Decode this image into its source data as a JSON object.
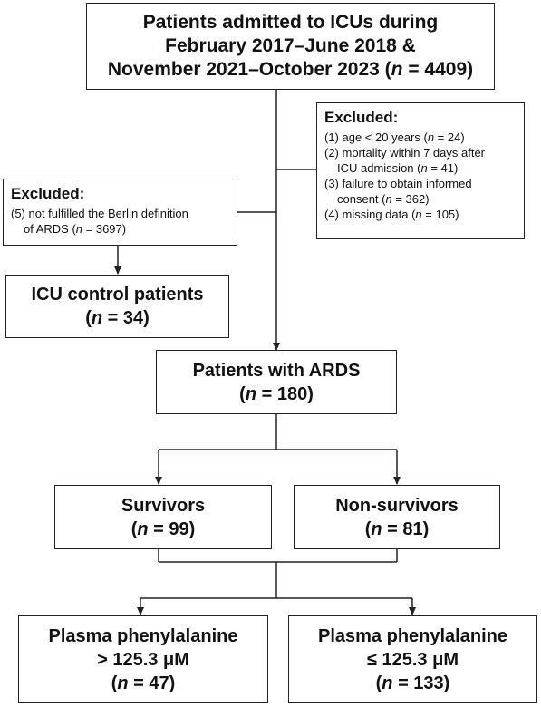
{
  "top": {
    "line1": "Patients admitted to ICUs during",
    "line2": "February 2017–June 2018 &",
    "line3_pre": "November 2021–October 2023 (",
    "n": "n",
    "line3_post": " = 4409)"
  },
  "excluded_right": {
    "title": "Excluded:",
    "items": [
      {
        "pre": "(1) age < 20 years (",
        "n": "n",
        "post": " = 24)"
      },
      {
        "pre": "(2) mortality within 7 days after",
        "n": "",
        "post": ""
      },
      {
        "pre": "ICU admission (",
        "n": "n",
        "post": " = 41)"
      },
      {
        "pre": "(3) failure to obtain informed",
        "n": "",
        "post": ""
      },
      {
        "pre": "consent (",
        "n": "n",
        "post": " = 362)"
      },
      {
        "pre": "(4) missing data (",
        "n": "n",
        "post": " = 105)"
      }
    ]
  },
  "excluded_left": {
    "title": "Excluded:",
    "line1": "(5) not fulfilled the Berlin definition",
    "line2_pre": "of ARDS (",
    "n": "n",
    "line2_post": " = 3697)"
  },
  "control": {
    "title": "ICU control patients",
    "pre": "(",
    "n": "n",
    "post": " = 34)"
  },
  "ards": {
    "title": "Patients with ARDS",
    "pre": "(",
    "n": "n",
    "post": " = 180)"
  },
  "survivors": {
    "title": "Survivors",
    "pre": "(",
    "n": "n",
    "post": " = 99)"
  },
  "nonsurvivors": {
    "title": "Non-survivors",
    "pre": "(",
    "n": "n",
    "post": " = 81)"
  },
  "phe_high": {
    "title": "Plasma phenylalanine",
    "threshold": "> 125.3 μM",
    "pre": "(",
    "n": "n",
    "post": " = 47)"
  },
  "phe_low": {
    "title": "Plasma phenylalanine",
    "threshold": "≤ 125.3 μM",
    "pre": "(",
    "n": "n",
    "post": " = 133)"
  }
}
